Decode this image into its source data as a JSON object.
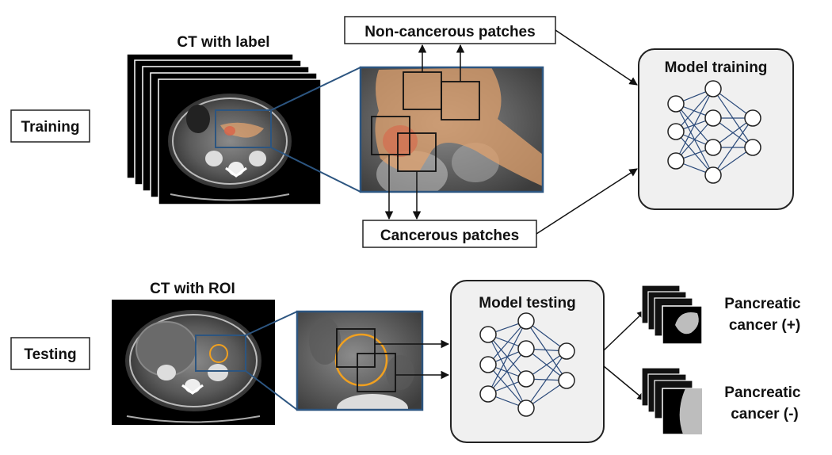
{
  "training": {
    "row_label": "Training",
    "ct_title": "CT with label",
    "non_cancerous_label": "Non-cancerous patches",
    "cancerous_label": "Cancerous patches",
    "model_title": "Model training"
  },
  "testing": {
    "row_label": "Testing",
    "ct_title": "CT with ROI",
    "model_title": "Model testing",
    "positive_label": [
      "Pancreatic",
      "cancer (+)"
    ],
    "negative_label": [
      "Pancreatic",
      "cancer (-)"
    ]
  },
  "colors": {
    "panel_fill": "#f0f0f0",
    "network_edge": "#2b4a7a",
    "zoom_border": "#2c5580",
    "pancreas_overlay": "#e0a26e",
    "tumor_overlay": "#d8654a",
    "roi_circle": "#f0a020"
  },
  "icons": {
    "network": "neural-network-icon",
    "ct_slice": "ct-slice-image"
  }
}
